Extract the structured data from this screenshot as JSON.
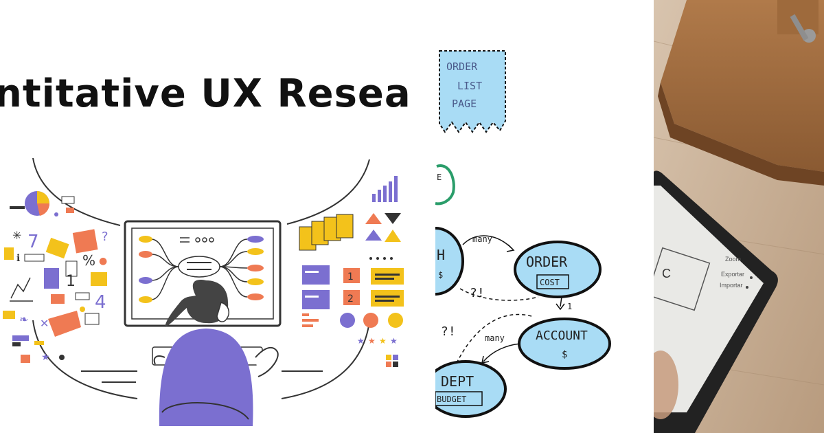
{
  "title": "ntitative UX Resea",
  "sticky_note": {
    "lines": [
      "ORDER",
      "LIST",
      "PAGE"
    ]
  },
  "diagram": {
    "nodes": {
      "order": {
        "name": "ORDER",
        "field": "COST"
      },
      "account": {
        "name": "ACCOUNT",
        "field": "$"
      },
      "dept": {
        "name": "DEPT",
        "field": "BUDGET"
      },
      "left_partial": {
        "name": "H",
        "field": "$"
      }
    },
    "edge_labels": {
      "top_many": "many",
      "bottom_many": "many",
      "question_1": "?!",
      "question_2": "?!",
      "one": "1"
    },
    "partial_circle_text": "E"
  },
  "tablet": {
    "letter": "C",
    "side_labels": [
      "Zoom",
      "Exportar",
      "Importar"
    ]
  },
  "colors": {
    "purple": "#7b6fd0",
    "orange": "#ef7a53",
    "yellow": "#f3c21b",
    "blue_sticky": "#a9dcf5",
    "wood": "#c9b29a"
  }
}
